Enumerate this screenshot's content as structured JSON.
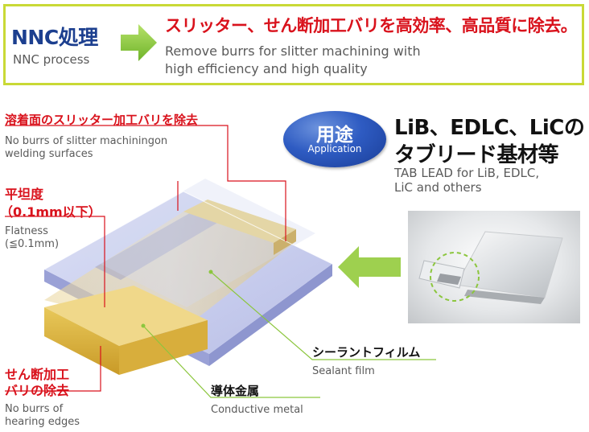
{
  "header": {
    "process_jp": "NNC処理",
    "process_en": "NNC process",
    "headline_jp": "スリッター、せん断加工バリを高効率、高品質に除去。",
    "headline_en_line1": "Remove burrs for slitter machining with",
    "headline_en_line2": "high efficiency and high quality"
  },
  "application": {
    "badge_jp": "用途",
    "badge_en": "Application",
    "title_jp_line1": "LiB、EDLC、LiCの",
    "title_jp_line2": "タブリード基材等",
    "title_en_line1": "TAB LEAD for LiB, EDLC,",
    "title_en_line2": "LiC and others"
  },
  "callouts": {
    "welding": {
      "jp": "溶着面のスリッター加工バリを除去",
      "en_line1": "No burrs of slitter machiningon",
      "en_line2": "welding surfaces"
    },
    "flatness": {
      "jp_line1": "平坦度",
      "jp_line2": "（0.1mm以下）",
      "en_line1": "Flatness",
      "en_line2": "(≦0.1mm)"
    },
    "shearing": {
      "jp_line1": "せん断加工",
      "jp_line2": "バリの除去",
      "en_line1": "No burrs of",
      "en_line2": "hearing edges"
    },
    "sealant": {
      "jp": "シーラントフィルム",
      "en": "Sealant film"
    },
    "conductor": {
      "jp": "導体金属",
      "en": "Conductive metal"
    }
  },
  "colors": {
    "accent_red": "#d9121c",
    "accent_green": "#8cc63e",
    "banner_border": "#c9d936",
    "navy": "#1c3f8f",
    "metal_gold": "#e3c14f",
    "film_lavender": "#c3c9ea"
  },
  "icons": {
    "banner_arrow": "right-arrow-icon",
    "photo_arrow": "left-arrow-icon"
  }
}
